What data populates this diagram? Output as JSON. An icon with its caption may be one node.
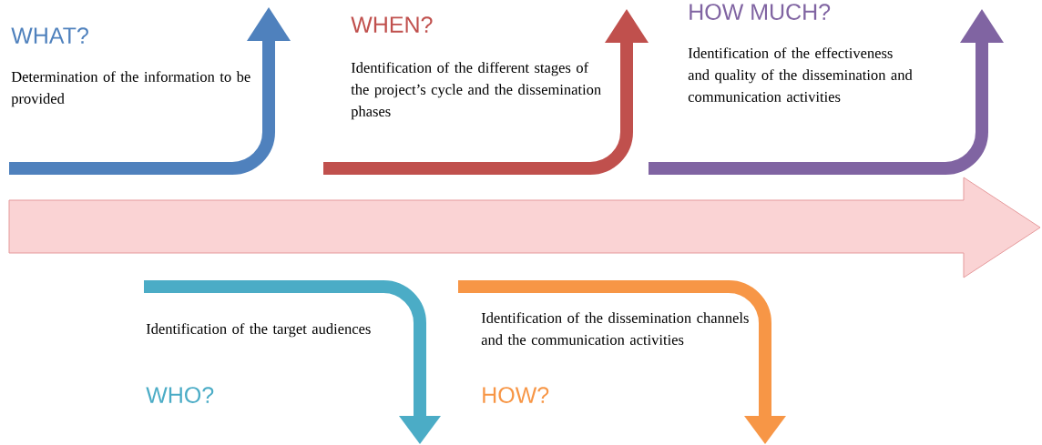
{
  "diagram": {
    "labels": [
      "WHAT?",
      "Determination of the information to be provided",
      "WHEN?",
      "Identification of the different stages of the project’s cycle and the dissemination phases",
      "HOW MUCH?",
      "Identification of the effectiveness and quality of the dissemination and communication activities",
      "Identification of the target audiences",
      "WHO?",
      "Identification of the dissemination channels and the communication activities",
      "HOW?"
    ]
  }
}
